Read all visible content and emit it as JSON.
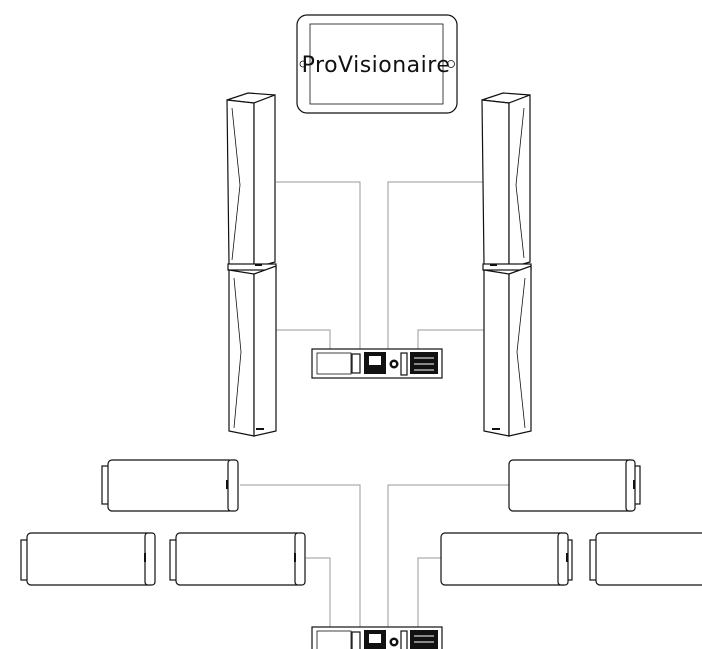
{
  "tablet": {
    "app_name": "ProVisionaire",
    "icon": "tablet-icon"
  },
  "devices": {
    "column_speakers": {
      "count": 2,
      "icon": "column-speaker-icon"
    },
    "cabinet_speakers": {
      "count": 6,
      "icon": "cabinet-speaker-icon"
    },
    "amplifiers": {
      "count": 2,
      "icon": "amplifier-icon"
    }
  },
  "colors": {
    "outline": "#111111",
    "wire": "#9a9a9a",
    "background": "#ffffff"
  }
}
